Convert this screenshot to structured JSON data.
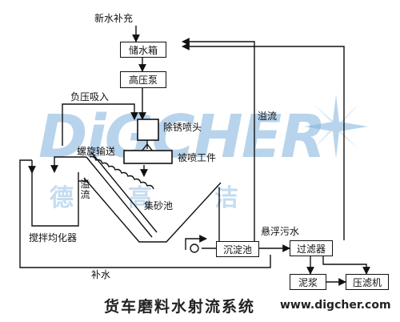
{
  "labels": {
    "new_water": "新水补充",
    "storage_tank": "储水箱",
    "high_pressure_pump": "高压泵",
    "negative_pressure": "负压吸入",
    "rust_nozzle": "除锈喷头",
    "workpiece": "被喷工件",
    "overflow_right": "溢流",
    "screw_conveyor": "螺旋输送",
    "overflow_left": "溢流",
    "sand_pool": "集砂池",
    "mixer": "搅拌均化器",
    "suspended_sewage": "悬浮污水",
    "settling_pool": "沉淀池",
    "filter": "过滤器",
    "mud": "泥浆",
    "filter_press": "压滤机",
    "make_up_water": "补水"
  },
  "watermark": {
    "brand": "DiGCHER",
    "chars": [
      "德",
      "高",
      "洁"
    ]
  },
  "caption": "货车磨料水射流系统",
  "url": "www.digcher.com",
  "colors": {
    "line": "#111111",
    "watermark": "#7fb2de"
  }
}
